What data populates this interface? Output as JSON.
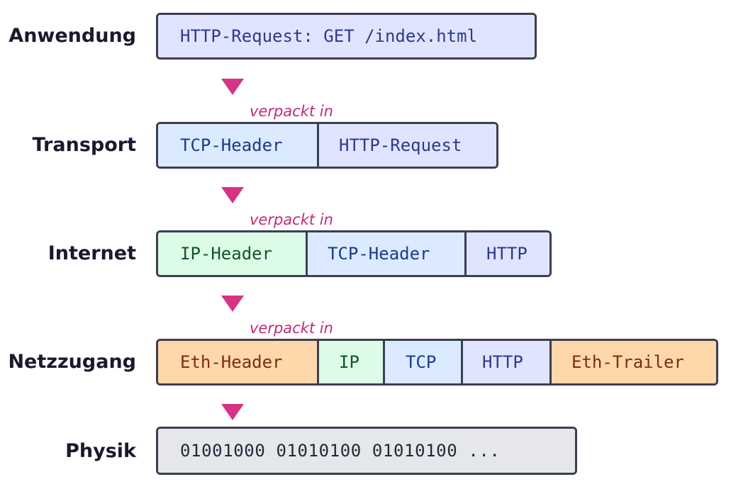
{
  "layers": [
    {
      "name": "Anwendung",
      "cells": [
        "HTTP-Request: GET /index.html"
      ]
    },
    {
      "name": "Transport",
      "cells": [
        "TCP-Header",
        "HTTP-Request"
      ]
    },
    {
      "name": "Internet",
      "cells": [
        "IP-Header",
        "TCP-Header",
        "HTTP"
      ]
    },
    {
      "name": "Netzzugang",
      "cells": [
        "Eth-Header",
        "IP",
        "TCP",
        "HTTP",
        "Eth-Trailer"
      ]
    },
    {
      "name": "Physik",
      "cells": [
        "01001000 01010100 01010100 ..."
      ]
    }
  ],
  "caption": "verpackt in",
  "colors": {
    "application": "#e0e4ff",
    "transport": "#dbeafe",
    "internet": "#dcfce7",
    "link": "#fed7aa",
    "physical": "#e5e7eb",
    "arrow": "#d63384",
    "border": "#3b3f52"
  }
}
